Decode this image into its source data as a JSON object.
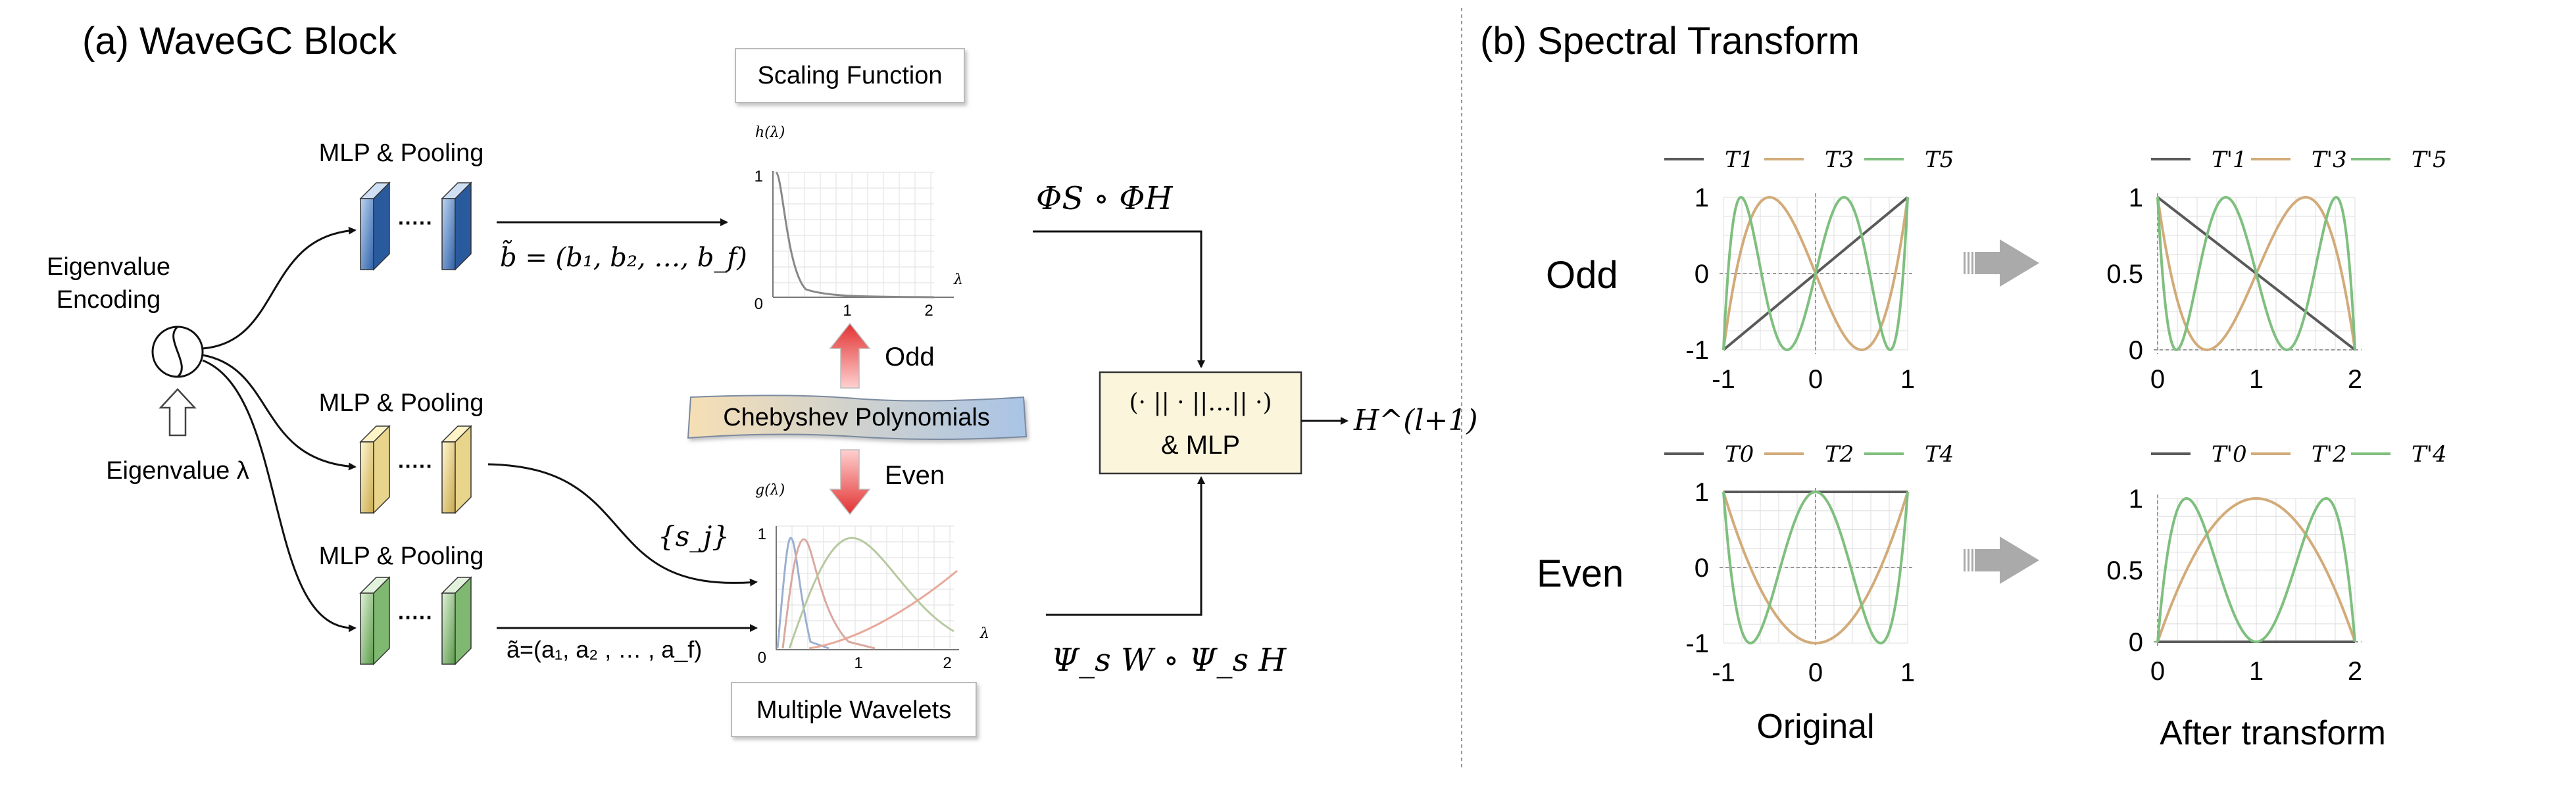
{
  "panel_a": {
    "title": "(a) WaveGC Block",
    "eigen_encoding_line1": "Eigenvalue",
    "eigen_encoding_line2": "Encoding",
    "eigen_input": "Eigenvalue λ",
    "mlp_labels": [
      "MLP & Pooling",
      "MLP & Pooling",
      "MLP & Pooling"
    ],
    "b_formula": "b̃ = (b₁, b₂, …, b_f)",
    "s_label": "{s_j}",
    "a_formula": "ã=(a₁, a₂ , … , a_f)",
    "scaling_function": "Scaling Function",
    "multiple_wavelets": "Multiple Wavelets",
    "chebyshev": "Chebyshev Polynomials",
    "odd": "Odd",
    "even": "Even",
    "phi_formula": "ΦS ∘ ΦH",
    "psi_formula": "Ψ_s W ∘ Ψ_s H",
    "concat_line1": "(· || · ||…|| ·)",
    "concat_line2": "& MLP",
    "output": "H^(l+1)",
    "scaling_plot": {
      "ylabel": "h(λ)",
      "xlabel": "λ",
      "yticks": [
        "1",
        "0"
      ],
      "xticks": [
        "1",
        "2"
      ]
    },
    "wavelet_plot": {
      "ylabel": "g(λ)",
      "xlabel": "λ",
      "yticks": [
        "1",
        "0"
      ],
      "xticks": [
        "1",
        "2"
      ]
    }
  },
  "panel_b": {
    "title": "(b) Spectral Transform",
    "row_odd": "Odd",
    "row_even": "Even",
    "col_original": "Original",
    "col_after": "After transform"
  },
  "chart_data": [
    {
      "type": "line",
      "id": "odd-original",
      "legend": [
        "T1",
        "T3",
        "T5"
      ],
      "functions": [
        "T1",
        "T3",
        "T5"
      ],
      "xlim": [
        -1,
        1
      ],
      "ylim": [
        -1,
        1
      ],
      "xticks": [
        "-1",
        "0",
        "1"
      ],
      "yticks": [
        "1",
        "0",
        "-1"
      ]
    },
    {
      "type": "line",
      "id": "odd-after",
      "legend": [
        "T'1",
        "T'3",
        "T'5"
      ],
      "functions": [
        "T1",
        "T3",
        "T5"
      ],
      "xlim": [
        0,
        2
      ],
      "ylim": [
        0,
        1
      ],
      "xticks": [
        "0",
        "1",
        "2"
      ],
      "yticks": [
        "1",
        "0.5",
        "0"
      ]
    },
    {
      "type": "line",
      "id": "even-original",
      "legend": [
        "T0",
        "T2",
        "T4"
      ],
      "functions": [
        "T0",
        "T2",
        "T4"
      ],
      "xlim": [
        -1,
        1
      ],
      "ylim": [
        -1,
        1
      ],
      "xticks": [
        "-1",
        "0",
        "1"
      ],
      "yticks": [
        "1",
        "0",
        "-1"
      ]
    },
    {
      "type": "line",
      "id": "even-after",
      "legend": [
        "T'0",
        "T'2",
        "T'4"
      ],
      "functions": [
        "T0",
        "T2",
        "T4"
      ],
      "xlim": [
        0,
        2
      ],
      "ylim": [
        0,
        1
      ],
      "xticks": [
        "0",
        "1",
        "2"
      ],
      "yticks": [
        "1",
        "0.5",
        "0"
      ]
    }
  ],
  "colors": {
    "series1": "#5a5a5a",
    "series2": "#d2ab7a",
    "series3": "#7fbf7f",
    "grid": "#dddddd",
    "blue": "#4a7fc0",
    "yellow": "#f0da90",
    "green": "#8cc77f"
  }
}
